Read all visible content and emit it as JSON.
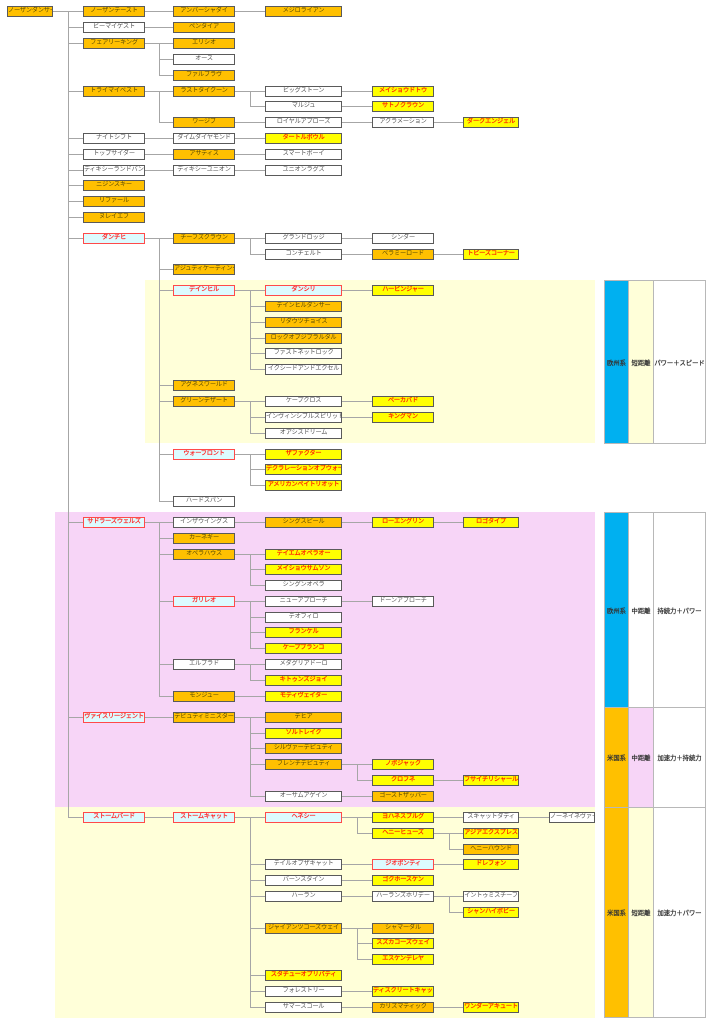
{
  "palette": {
    "orange": "#ffc000",
    "white": "#ffffff",
    "yellow": "#ffff00",
    "highlight": "#dcfbff",
    "highlight_border": "#ff4a4a",
    "region_yellow": "#ffffd9",
    "region_pink": "#f7d5f7",
    "europe": "#00b0f0",
    "america": "#ffc000"
  },
  "side_table": [
    {
      "lineage": "欧州系",
      "distance": "短距離",
      "trait": "パワー＋スピード"
    },
    {
      "lineage": "欧州系",
      "distance": "中距離",
      "trait": "持続力＋パワー"
    },
    {
      "lineage": "米国系",
      "distance": "中距離",
      "trait": "加速力＋持続力"
    },
    {
      "lineage": "米国系",
      "distance": "短距離",
      "trait": "加速力＋パワー"
    }
  ],
  "tree": {
    "name": "ノーザンダンサー",
    "type": "orange",
    "children": [
      {
        "name": "ノーザンテースト",
        "type": "orange",
        "children": [
          {
            "name": "アンバーシャダイ",
            "type": "orange",
            "children": [
              {
                "name": "メジロライアン",
                "type": "orange"
              }
            ]
          }
        ]
      },
      {
        "name": "ビーマイゲスト",
        "type": "white",
        "children": [
          {
            "name": "ペンタイア",
            "type": "orange"
          }
        ]
      },
      {
        "name": "フェアリーキング",
        "type": "orange",
        "children": [
          {
            "name": "エリシオ",
            "type": "orange"
          },
          {
            "name": "オース",
            "type": "white"
          },
          {
            "name": "ファルブラヴ",
            "type": "orange"
          }
        ]
      },
      {
        "name": "トライマイベスト",
        "type": "orange",
        "children": [
          {
            "name": "ラストタイクーン",
            "type": "orange",
            "children": [
              {
                "name": "ビッグストーン",
                "type": "white",
                "children": [
                  {
                    "name": "メイショウドトウ",
                    "type": "yellow"
                  }
                ]
              },
              {
                "name": "マルジュ",
                "type": "white",
                "children": [
                  {
                    "name": "サトノクラウン",
                    "type": "yellow"
                  }
                ]
              }
            ]
          },
          {
            "name": "ワージブ",
            "type": "orange",
            "children": [
              {
                "name": "ロイヤルアプローズ",
                "type": "white",
                "children": [
                  {
                    "name": "アクラメーション",
                    "type": "white",
                    "children": [
                      {
                        "name": "ダークエンジェル",
                        "type": "yellow"
                      }
                    ]
                  }
                ]
              }
            ]
          }
        ]
      },
      {
        "name": "ナイトシフト",
        "type": "white",
        "children": [
          {
            "name": "ダイムダイヤモンド",
            "type": "white",
            "children": [
              {
                "name": "タートルボウル",
                "type": "yellow"
              }
            ]
          }
        ]
      },
      {
        "name": "トップサイダー",
        "type": "white",
        "children": [
          {
            "name": "アサティス",
            "type": "orange",
            "children": [
              {
                "name": "スマートボーイ",
                "type": "white"
              }
            ]
          }
        ]
      },
      {
        "name": "ディキシーランドバンド",
        "type": "white",
        "children": [
          {
            "name": "ディキシーユニオン",
            "type": "white",
            "children": [
              {
                "name": "ユニオンラグズ",
                "type": "white"
              }
            ]
          }
        ]
      },
      {
        "name": "ニジンスキー",
        "type": "orange"
      },
      {
        "name": "リファール",
        "type": "orange"
      },
      {
        "name": "ヌレイエフ",
        "type": "orange"
      },
      {
        "name": "ダンチヒ",
        "type": "highlight",
        "children": [
          {
            "name": "チーフズクラウン",
            "type": "orange",
            "children": [
              {
                "name": "グランドロッジ",
                "type": "white",
                "children": [
                  {
                    "name": "シンダー",
                    "type": "white"
                  }
                ]
              },
              {
                "name": "コンチェルト",
                "type": "white",
                "children": [
                  {
                    "name": "ベラミーロード",
                    "type": "orange",
                    "children": [
                      {
                        "name": "トビーズコーナー",
                        "type": "yellow"
                      }
                    ]
                  }
                ]
              }
            ]
          },
          {
            "name": "アジュディケーティング",
            "type": "orange"
          },
          {
            "name": "デインヒル",
            "type": "highlight",
            "children": [
              {
                "name": "ダンシリ",
                "type": "highlight",
                "children": [
                  {
                    "name": "ハービンジャー",
                    "type": "yellow"
                  }
                ]
              },
              {
                "name": "デインヒルダンサー",
                "type": "orange"
              },
              {
                "name": "リダウツチョイス",
                "type": "orange"
              },
              {
                "name": "ロックオブジブラルタル",
                "type": "orange"
              },
              {
                "name": "ファストネットロック",
                "type": "white"
              },
              {
                "name": "イクシードアンドエクセル",
                "type": "white"
              }
            ]
          },
          {
            "name": "アグネスワールド",
            "type": "orange"
          },
          {
            "name": "グリーンデザート",
            "type": "orange",
            "children": [
              {
                "name": "ケープクロス",
                "type": "white",
                "children": [
                  {
                    "name": "ベーカバド",
                    "type": "yellow"
                  }
                ]
              },
              {
                "name": "インヴィンシブルスピリット",
                "type": "white",
                "children": [
                  {
                    "name": "キングマン",
                    "type": "yellow"
                  }
                ]
              },
              {
                "name": "オアシスドリーム",
                "type": "white"
              }
            ]
          },
          {
            "name": "ウォーフロント",
            "type": "highlight",
            "children": [
              {
                "name": "ザファクター",
                "type": "yellow"
              },
              {
                "name": "デクラレーションオブウォー",
                "type": "yellow"
              },
              {
                "name": "アメリカンペイトリオット",
                "type": "yellow"
              }
            ]
          },
          {
            "name": "ハードスパン",
            "type": "white"
          }
        ]
      },
      {
        "name": "サドラーズウェルズ",
        "type": "highlight",
        "children": [
          {
            "name": "インザウイングス",
            "type": "white",
            "children": [
              {
                "name": "シングスピール",
                "type": "orange",
                "children": [
                  {
                    "name": "ローエングリン",
                    "type": "yellow",
                    "children": [
                      {
                        "name": "ロゴタイプ",
                        "type": "yellow"
                      }
                    ]
                  }
                ]
              }
            ]
          },
          {
            "name": "カーネギー",
            "type": "orange"
          },
          {
            "name": "オペラハウス",
            "type": "orange",
            "children": [
              {
                "name": "テイエムオペラオー",
                "type": "yellow"
              },
              {
                "name": "メイショウサムソン",
                "type": "yellow"
              },
              {
                "name": "シングンオペラ",
                "type": "white"
              }
            ]
          },
          {
            "name": "ガリレオ",
            "type": "highlight",
            "children": [
              {
                "name": "ニューアプローチ",
                "type": "white",
                "children": [
                  {
                    "name": "ドーンアプローチ",
                    "type": "white"
                  }
                ]
              },
              {
                "name": "テオフィロ",
                "type": "white"
              },
              {
                "name": "フランケル",
                "type": "yellow"
              },
              {
                "name": "ケープブランコ",
                "type": "yellow"
              }
            ]
          },
          {
            "name": "エルプラド",
            "type": "white",
            "children": [
              {
                "name": "メダグリアドーロ",
                "type": "white"
              },
              {
                "name": "キトゥンズジョイ",
                "type": "yellow"
              }
            ]
          },
          {
            "name": "モンジュー",
            "type": "orange",
            "children": [
              {
                "name": "モティヴェイター",
                "type": "yellow"
              }
            ]
          }
        ]
      },
      {
        "name": "ヴァイスリージェント",
        "type": "highlight",
        "children": [
          {
            "name": "デピュティミニスター",
            "type": "orange",
            "children": [
              {
                "name": "デヒア",
                "type": "orange"
              },
              {
                "name": "ソルトレイク",
                "type": "yellow"
              },
              {
                "name": "シルヴァーデピュティ",
                "type": "orange"
              },
              {
                "name": "フレンチデピュティ",
                "type": "orange",
                "children": [
                  {
                    "name": "ノボジャック",
                    "type": "yellow"
                  },
                  {
                    "name": "クロフネ",
                    "type": "yellow",
                    "children": [
                      {
                        "name": "フサイチリシャール",
                        "type": "yellow"
                      }
                    ]
                  }
                ]
              },
              {
                "name": "オーサムアゲイン",
                "type": "white",
                "children": [
                  {
                    "name": "ゴーストザッパー",
                    "type": "orange"
                  }
                ]
              }
            ]
          }
        ]
      },
      {
        "name": "ストームバード",
        "type": "highlight",
        "children": [
          {
            "name": "ストームキャット",
            "type": "highlight",
            "children": [
              {
                "name": "ヘネシー",
                "type": "highlight",
                "children": [
                  {
                    "name": "ヨハネスブルグ",
                    "type": "yellow",
                    "children": [
                      {
                        "name": "スキャットダディ",
                        "type": "white",
                        "children": [
                          {
                            "name": "ノーネイネヴァー",
                            "type": "white"
                          }
                        ]
                      }
                    ]
                  },
                  {
                    "name": "ヘニーヒューズ",
                    "type": "yellow",
                    "children": [
                      {
                        "name": "アジアエクスプレス",
                        "type": "yellow"
                      },
                      {
                        "name": "ヘニーハウンド",
                        "type": "orange"
                      }
                    ]
                  }
                ]
              },
              {
                "name": "テイルオブザキャット",
                "type": "white",
                "children": [
                  {
                    "name": "ジオポンティ",
                    "type": "highlight",
                    "children": [
                      {
                        "name": "ドレフォン",
                        "type": "yellow"
                      }
                    ]
                  }
                ]
              },
              {
                "name": "バーンスタイン",
                "type": "white",
                "children": [
                  {
                    "name": "ゴクホースケン",
                    "type": "yellow"
                  }
                ]
              },
              {
                "name": "ハーラン",
                "type": "white",
                "children": [
                  {
                    "name": "ハーランズホリデー",
                    "type": "white",
                    "children": [
                      {
                        "name": "イントゥミスチーフ",
                        "type": "white"
                      },
                      {
                        "name": "シャンハイボビー",
                        "type": "yellow"
                      }
                    ]
                  }
                ]
              },
              {
                "name": "ジャイアンツコーズウェイ",
                "type": "orange",
                "children": [
                  {
                    "name": "シャマーダル",
                    "type": "orange"
                  },
                  {
                    "name": "スズカコーズウェイ",
                    "type": "yellow"
                  },
                  {
                    "name": "エスケンデレヤ",
                    "type": "yellow"
                  }
                ]
              },
              {
                "name": "スタチューオブリバティ",
                "type": "yellow"
              },
              {
                "name": "フォレストリー",
                "type": "white",
                "children": [
                  {
                    "name": "ディスクリートキャット",
                    "type": "yellow"
                  }
                ]
              },
              {
                "name": "サマースコール",
                "type": "white",
                "children": [
                  {
                    "name": "カリズマティック",
                    "type": "orange",
                    "children": [
                      {
                        "name": "ワンダーアキュート",
                        "type": "yellow"
                      }
                    ]
                  }
                ]
              }
            ]
          }
        ]
      }
    ]
  }
}
